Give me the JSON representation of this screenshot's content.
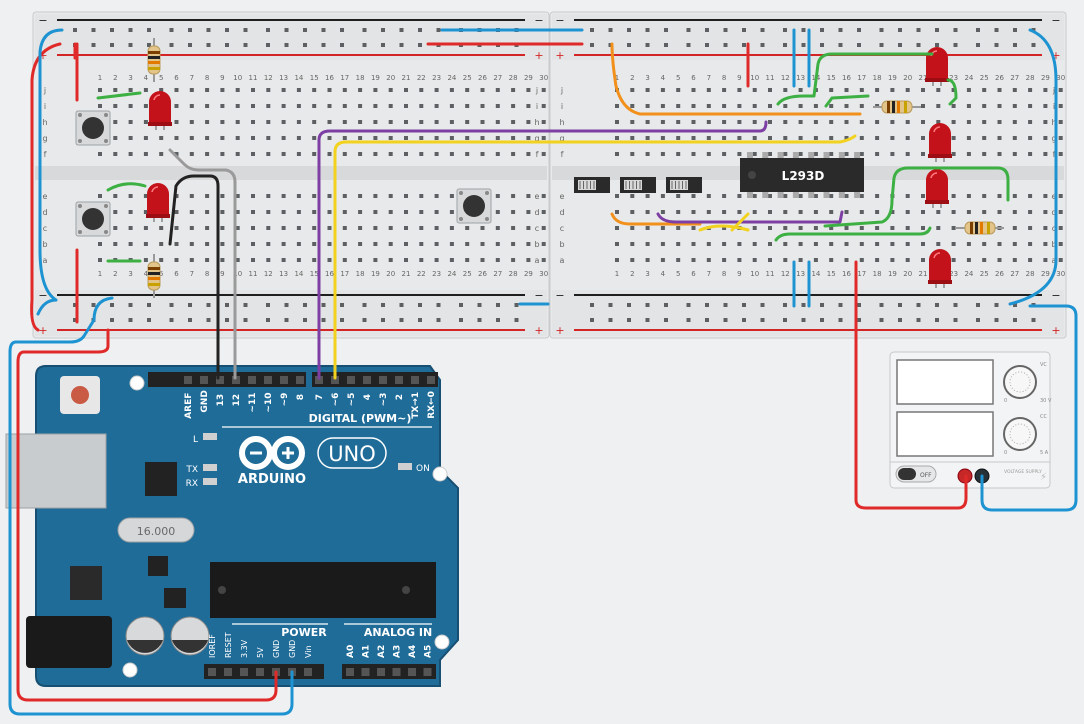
{
  "breadboard": {
    "column_numbers": [
      "1",
      "2",
      "3",
      "4",
      "5",
      "6",
      "7",
      "8",
      "9",
      "10",
      "11",
      "12",
      "13",
      "14",
      "15",
      "16",
      "17",
      "18",
      "19",
      "20",
      "21",
      "22",
      "23",
      "24",
      "25",
      "26",
      "27",
      "28",
      "29",
      "30"
    ],
    "row_letters_top": [
      "j",
      "i",
      "h",
      "g",
      "f"
    ],
    "row_letters_bottom": [
      "e",
      "d",
      "c",
      "b",
      "a"
    ],
    "plus_sign": "+",
    "minus_sign": "−"
  },
  "chip": {
    "label": "L293D"
  },
  "arduino": {
    "brand": "ARDUINO",
    "model": "UNO",
    "digital_label": "DIGITAL (PWM~)",
    "digital_pins": [
      "AREF",
      "GND",
      "13",
      "12",
      "~11",
      "~10",
      "~9",
      "8",
      "7",
      "~6",
      "~5",
      "4",
      "~3",
      "2",
      "TX→1",
      "RX←0"
    ],
    "power_label": "POWER",
    "power_pins": [
      "IOREF",
      "RESET",
      "3.3V",
      "5V",
      "GND",
      "GND",
      "Vin"
    ],
    "analog_label": "ANALOG IN",
    "analog_pins": [
      "A0",
      "A1",
      "A2",
      "A3",
      "A4",
      "A5"
    ],
    "led_l": "L",
    "led_tx": "TX",
    "led_rx": "RX",
    "led_on": "ON",
    "crystal": "16.000"
  },
  "power_supply": {
    "off_label": "OFF",
    "voltage_label": "30 V",
    "current_label": "5 A",
    "supply_label": "VOLTAGE SUPPLY",
    "zero_label": "0",
    "vc": "VC",
    "cc": "CC"
  },
  "colors": {
    "wire_red": "#e02a2a",
    "wire_blue": "#1e93d2",
    "wire_green": "#3cb043",
    "wire_orange": "#f2901c",
    "wire_purple": "#7d3fa3",
    "wire_yellow": "#f2d21e",
    "wire_black": "#222222",
    "wire_grey": "#9a9a9a",
    "board_blue": "#1f6c99",
    "led_red": "#c3121a"
  }
}
